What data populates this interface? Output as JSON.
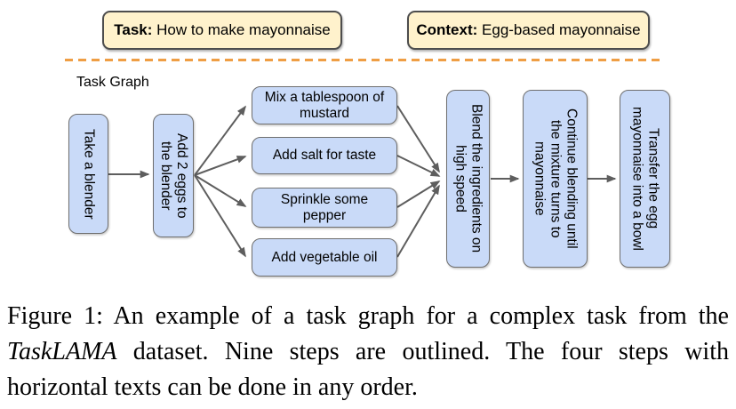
{
  "figure": {
    "task_box": {
      "label": "Task:",
      "text": " How to make mayonnaise"
    },
    "context_box": {
      "label": "Context:",
      "text": " Egg-based mayonnaise"
    },
    "graph_title": "Task Graph",
    "nodes": [
      {
        "id": "take-a-blender",
        "label": "Take a blender",
        "orientation": "vertical"
      },
      {
        "id": "add-2-eggs",
        "label": "Add 2 eggs to\nthe blender",
        "orientation": "vertical"
      },
      {
        "id": "mix-mustard",
        "label": "Mix a tablespoon of\nmustard",
        "orientation": "horizontal"
      },
      {
        "id": "add-salt",
        "label": "Add salt for taste",
        "orientation": "horizontal"
      },
      {
        "id": "sprinkle-pepper",
        "label": "Sprinkle some\npepper",
        "orientation": "horizontal"
      },
      {
        "id": "add-vegetable-oil",
        "label": "Add vegetable oil",
        "orientation": "horizontal"
      },
      {
        "id": "blend-high-speed",
        "label": "Blend the ingredients on\nhigh speed",
        "orientation": "vertical"
      },
      {
        "id": "continue-blending",
        "label": "Continue blending until\nthe mixture turns to\nmayonnaise",
        "orientation": "vertical"
      },
      {
        "id": "transfer-to-bowl",
        "label": "Transfer the egg\nmayonnaise into a bowl",
        "orientation": "vertical"
      }
    ],
    "edges": [
      [
        "take-a-blender",
        "add-2-eggs"
      ],
      [
        "add-2-eggs",
        "mix-mustard"
      ],
      [
        "add-2-eggs",
        "add-salt"
      ],
      [
        "add-2-eggs",
        "sprinkle-pepper"
      ],
      [
        "add-2-eggs",
        "add-vegetable-oil"
      ],
      [
        "mix-mustard",
        "blend-high-speed"
      ],
      [
        "add-salt",
        "blend-high-speed"
      ],
      [
        "sprinkle-pepper",
        "blend-high-speed"
      ],
      [
        "add-vegetable-oil",
        "blend-high-speed"
      ],
      [
        "blend-high-speed",
        "continue-blending"
      ],
      [
        "continue-blending",
        "transfer-to-bowl"
      ]
    ],
    "caption": {
      "prefix": "Figure 1: An example of a task graph for a complex task from the ",
      "italic": "TaskLAMA",
      "suffix": " dataset. Nine steps are outlined. The four steps with horizontal texts can be done in any order."
    },
    "colors": {
      "node_fill": "#c9daf8",
      "node_border": "#6f6f6f",
      "pill_fill": "#fff2cc",
      "pill_border": "#4d4d4d",
      "divider_dash": "#ef9e44",
      "arrow": "#5e5e5e"
    }
  }
}
